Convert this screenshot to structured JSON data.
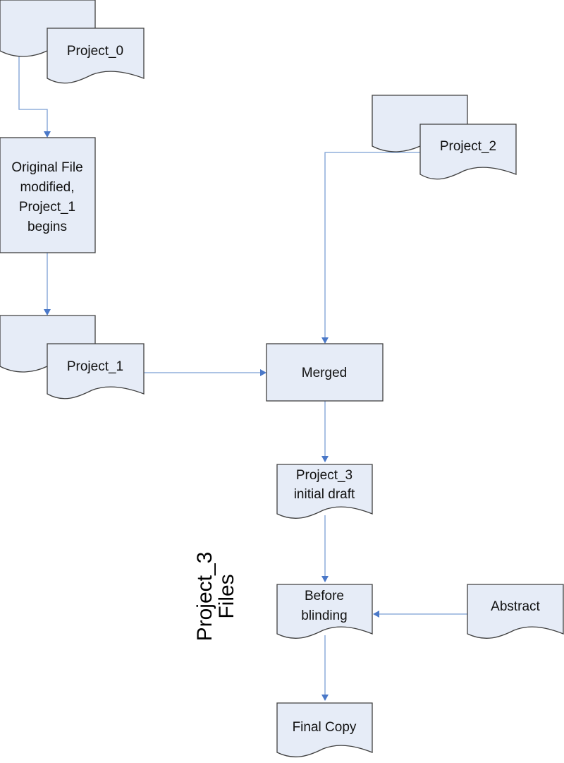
{
  "diagram": {
    "type": "flowchart",
    "colors": {
      "shape_fill": "#e6ecf7",
      "shape_stroke": "#404040",
      "connector": "#7b9fd4",
      "arrowhead": "#4a78c8"
    },
    "nodes": {
      "project_0": {
        "shape": "multi-document",
        "lines": [
          "Project_0"
        ]
      },
      "original_file": {
        "shape": "process",
        "lines": [
          "Original File",
          "modified,",
          "Project_1",
          "begins"
        ]
      },
      "project_1": {
        "shape": "multi-document",
        "lines": [
          "Project_1"
        ]
      },
      "project_2": {
        "shape": "multi-document",
        "lines": [
          "Project_2"
        ]
      },
      "merged": {
        "shape": "process",
        "lines": [
          "Merged"
        ]
      },
      "project_3_draft": {
        "shape": "document",
        "lines": [
          "Project_3",
          "initial draft"
        ]
      },
      "before_blinding": {
        "shape": "document",
        "lines": [
          "Before",
          "blinding"
        ]
      },
      "abstract": {
        "shape": "document",
        "lines": [
          "Abstract"
        ]
      },
      "final_copy": {
        "shape": "document",
        "lines": [
          "Final Copy"
        ]
      }
    },
    "edges": [
      {
        "from": "project_0",
        "to": "original_file"
      },
      {
        "from": "original_file",
        "to": "project_1"
      },
      {
        "from": "project_1",
        "to": "merged"
      },
      {
        "from": "project_2",
        "to": "merged"
      },
      {
        "from": "merged",
        "to": "project_3_draft"
      },
      {
        "from": "project_3_draft",
        "to": "before_blinding"
      },
      {
        "from": "abstract",
        "to": "before_blinding"
      },
      {
        "from": "before_blinding",
        "to": "final_copy"
      }
    ],
    "annotation": {
      "lines": [
        "Project_3",
        "Files"
      ]
    }
  }
}
